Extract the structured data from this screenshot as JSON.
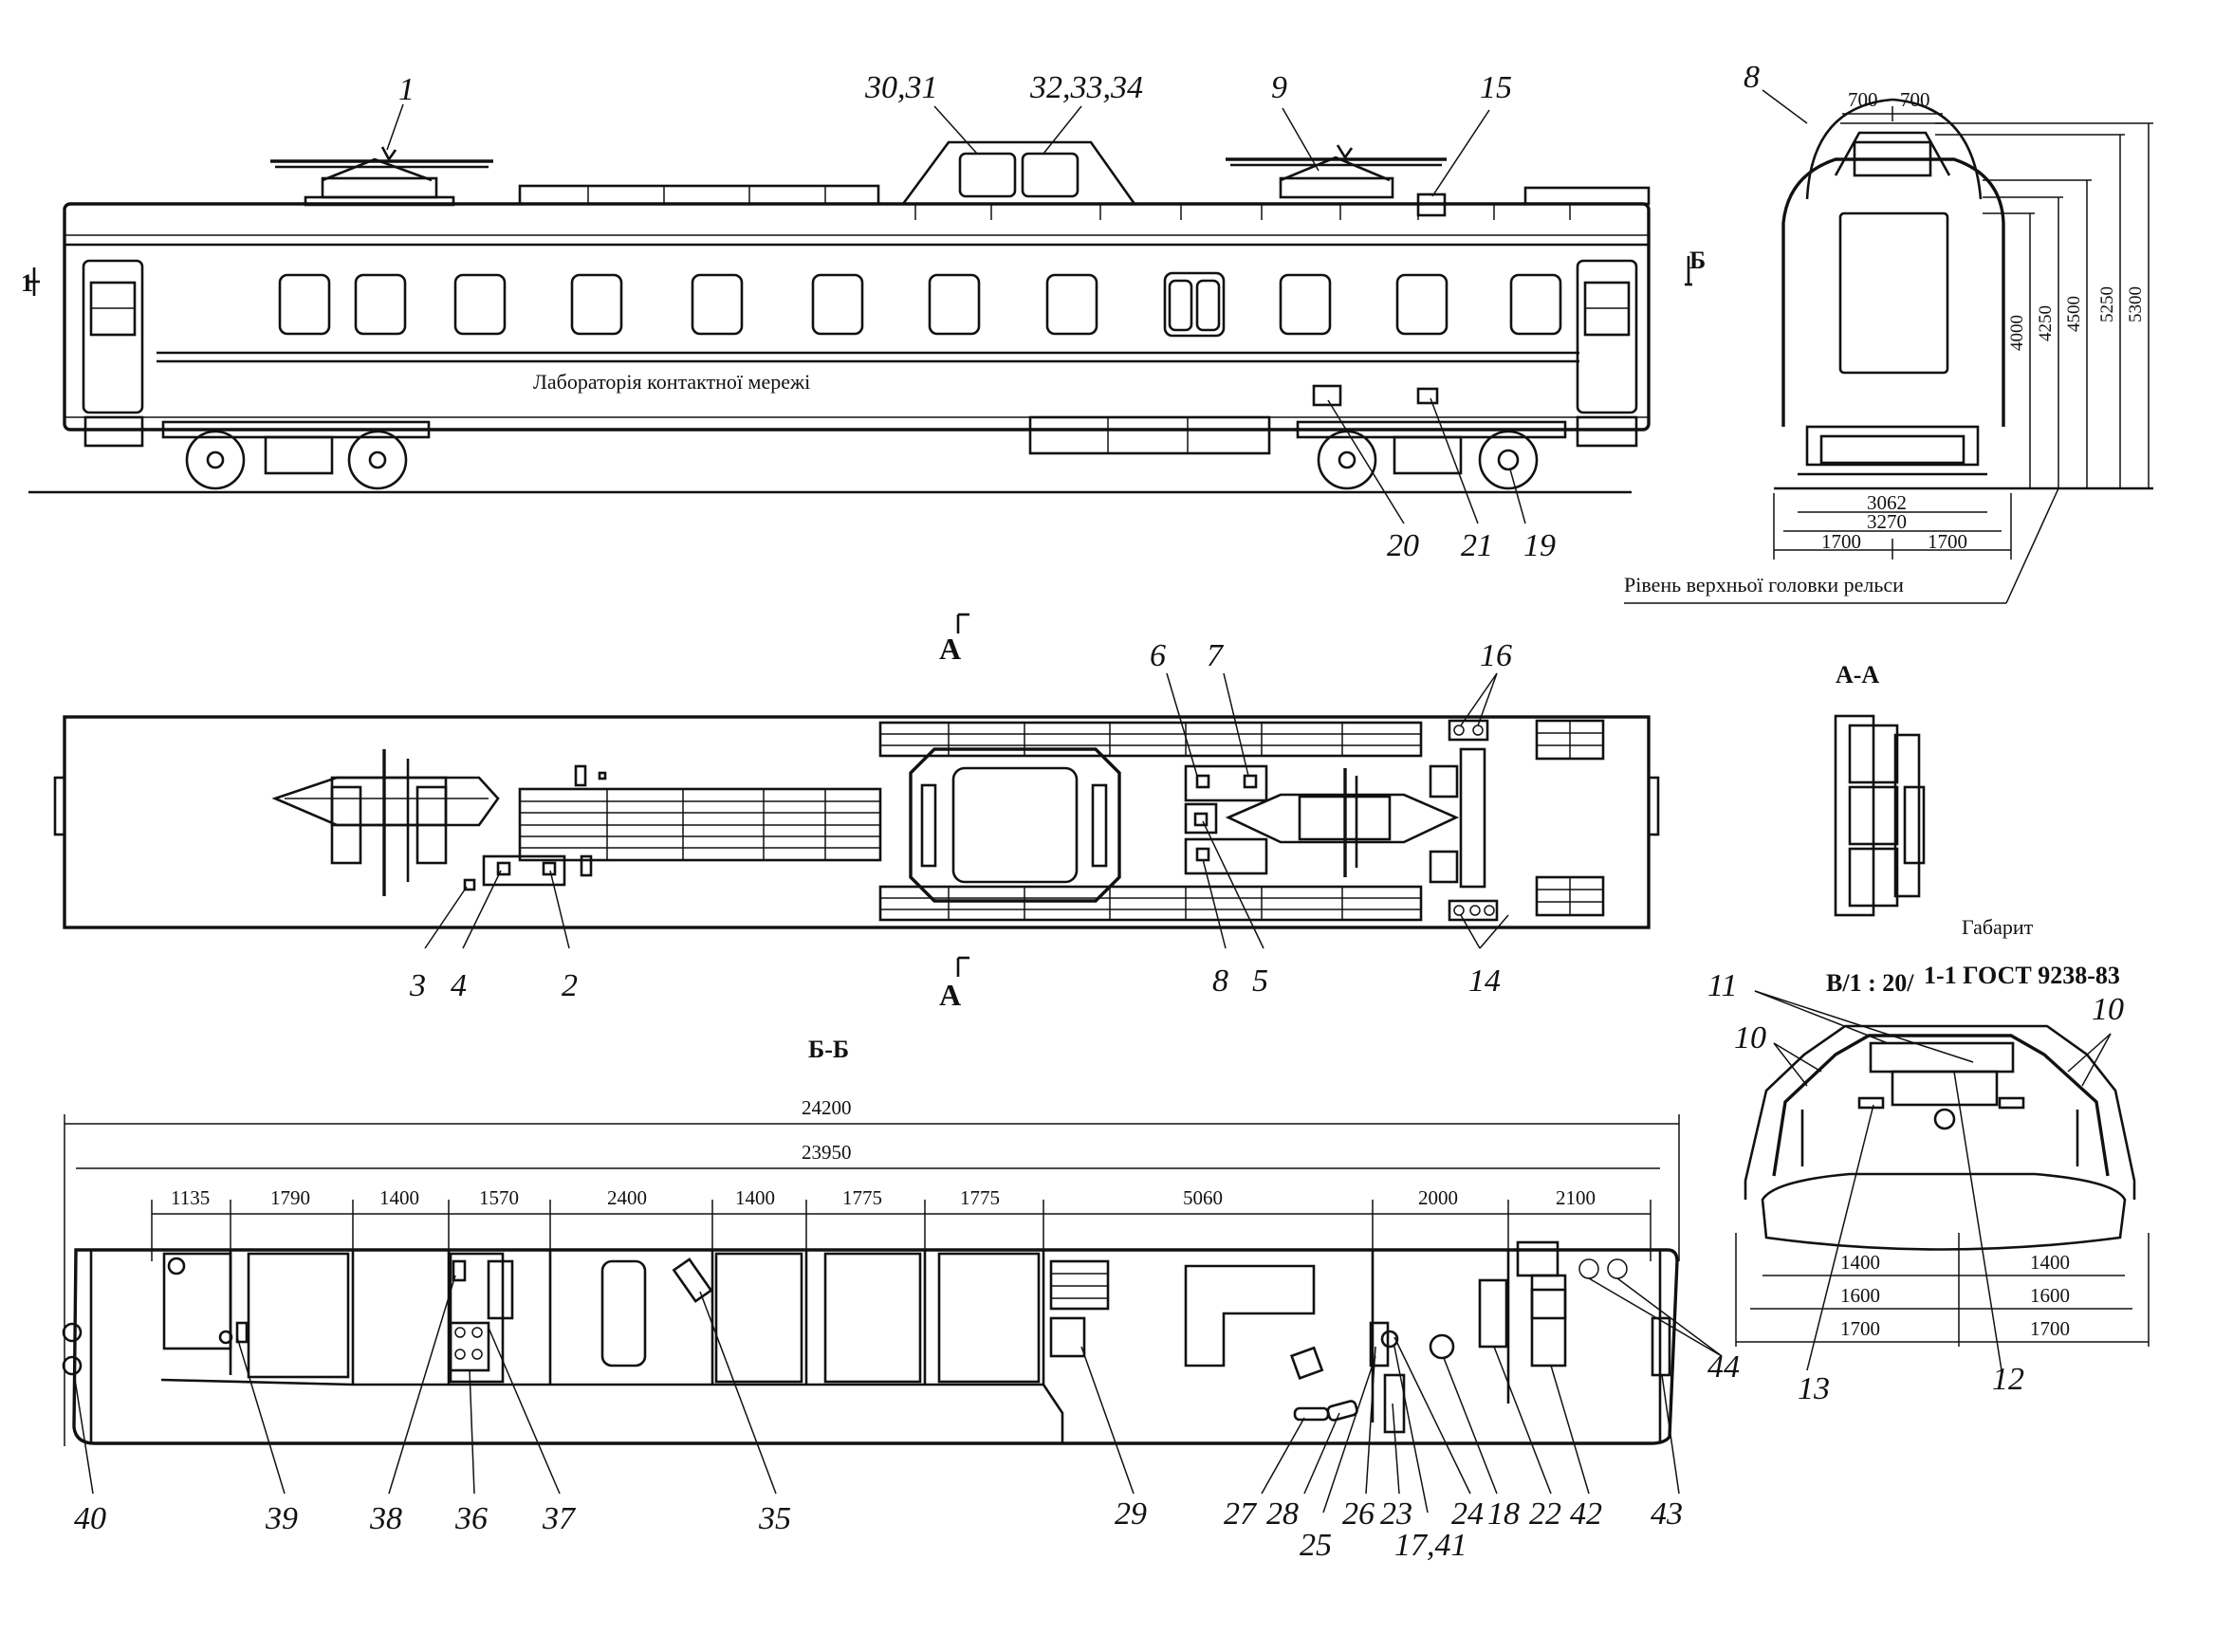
{
  "drawing": {
    "car_side_label": "Лабораторія контактної мережі",
    "rail_level_label": "Рівень верхньої головки рельси",
    "section_aa": "А-А",
    "section_bb": "Б-Б",
    "section_a_mark": "А",
    "section_b_mark": "Б",
    "section_1_mark": "1",
    "gauge_title": "Габарит",
    "gauge_standard": "1-1 ГОСТ 9238-83",
    "view_v_scale": "В/1 : 20/"
  },
  "callouts_side": [
    "1",
    "30,31",
    "32,33,34",
    "9",
    "15",
    "20",
    "21",
    "19"
  ],
  "callouts_end": [
    "8"
  ],
  "callouts_plan": [
    "6",
    "7",
    "16",
    "3",
    "4",
    "2",
    "8",
    "5",
    "14"
  ],
  "callouts_view_v": [
    "11",
    "10",
    "10",
    "13",
    "12"
  ],
  "callouts_section": [
    "40",
    "39",
    "38",
    "36",
    "37",
    "35",
    "29",
    "27",
    "28",
    "25",
    "26",
    "23",
    "17,41",
    "24",
    "18",
    "22",
    "42",
    "43",
    "44"
  ],
  "end_dims": {
    "top_left": "700",
    "top_right": "700",
    "heights": [
      "4000",
      "4250",
      "4500",
      "5250",
      "5300"
    ],
    "widths": [
      "3062",
      "3270"
    ],
    "half_left": "1700",
    "half_right": "1700"
  },
  "gauge_dims": {
    "row1": [
      "1400",
      "1400"
    ],
    "row2": [
      "1600",
      "1600"
    ],
    "row3": [
      "1700",
      "1700"
    ]
  },
  "section_dims": {
    "total_outer": "24200",
    "total_inner": "23950",
    "segments": [
      "1135",
      "1790",
      "1400",
      "1570",
      "2400",
      "1400",
      "1775",
      "1775",
      "5060",
      "2000",
      "2100"
    ]
  }
}
